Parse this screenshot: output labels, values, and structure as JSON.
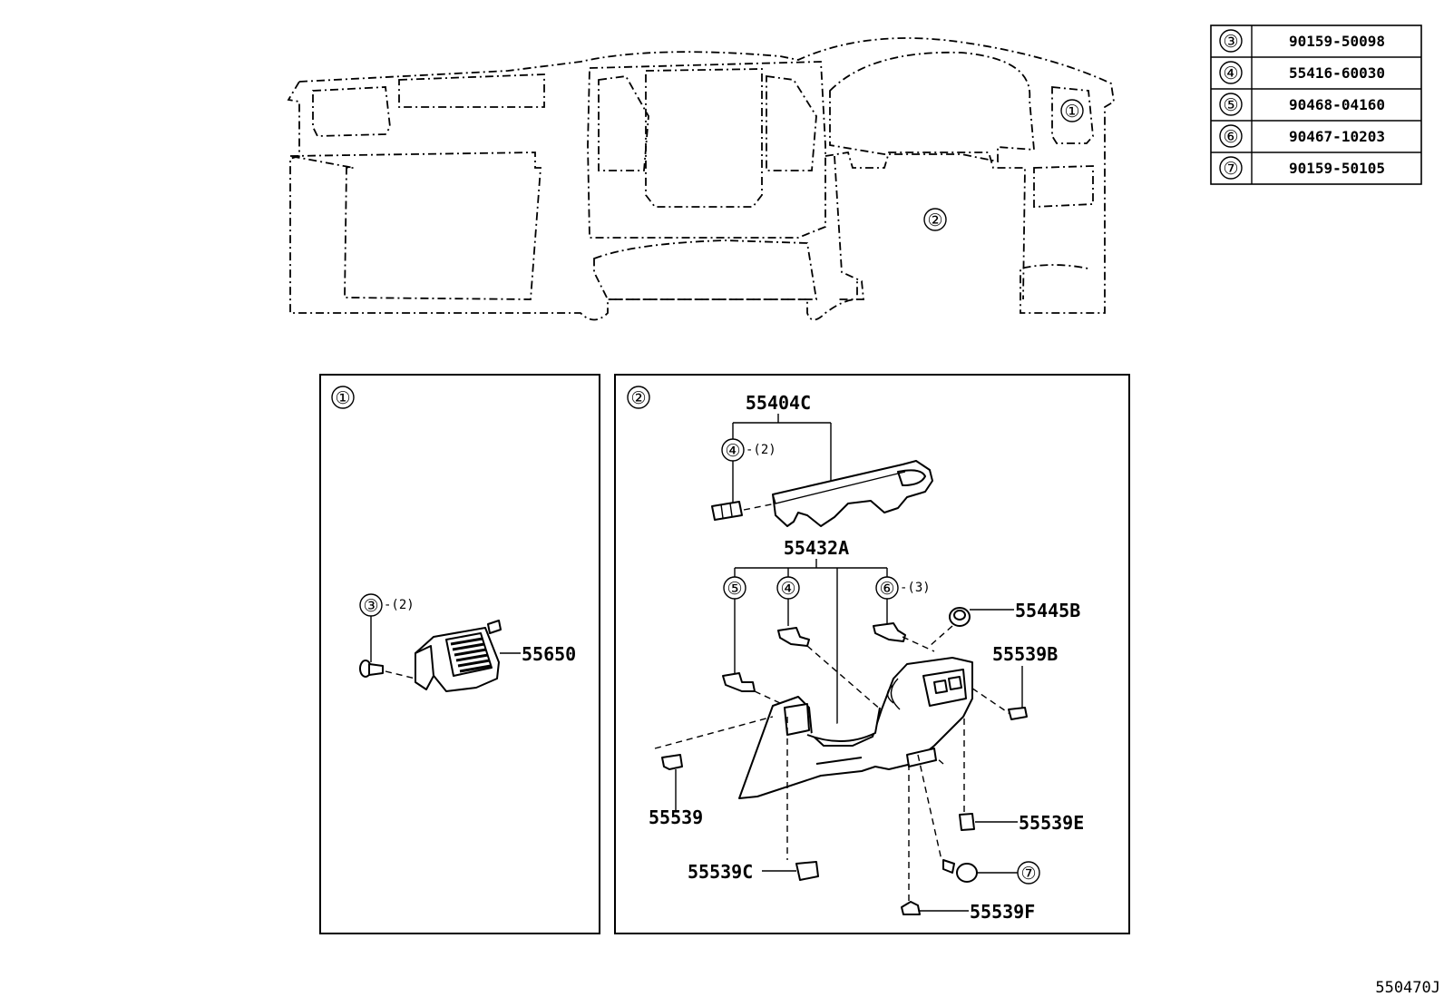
{
  "parts_table": [
    {
      "ref": "③",
      "part_no": "90159-50098"
    },
    {
      "ref": "④",
      "part_no": "55416-60030"
    },
    {
      "ref": "⑤",
      "part_no": "90468-04160"
    },
    {
      "ref": "⑥",
      "part_no": "90467-10203"
    },
    {
      "ref": "⑦",
      "part_no": "90159-50105"
    }
  ],
  "overview": {
    "callout_1": "①",
    "callout_2": "②"
  },
  "panel_1": {
    "ref": "①",
    "fastener_ref": "③",
    "fastener_qty": "-(2)",
    "part_label": "55650"
  },
  "panel_2": {
    "ref": "②",
    "upper_assembly": "55404C",
    "upper_clip_ref": "④",
    "upper_clip_qty": "-(2)",
    "lower_assembly": "55432A",
    "screw_ref": "⑤",
    "clip_ref": "④",
    "nut_ref": "⑥",
    "nut_qty": "-(3)",
    "cap_label": "55445B",
    "clip_b_label": "55539B",
    "clip_label": "55539",
    "clip_e_label": "55539E",
    "clip_c_label": "55539C",
    "bolt_ref": "⑦",
    "clip_f_label": "55539F"
  },
  "drawing_code": "550470J"
}
